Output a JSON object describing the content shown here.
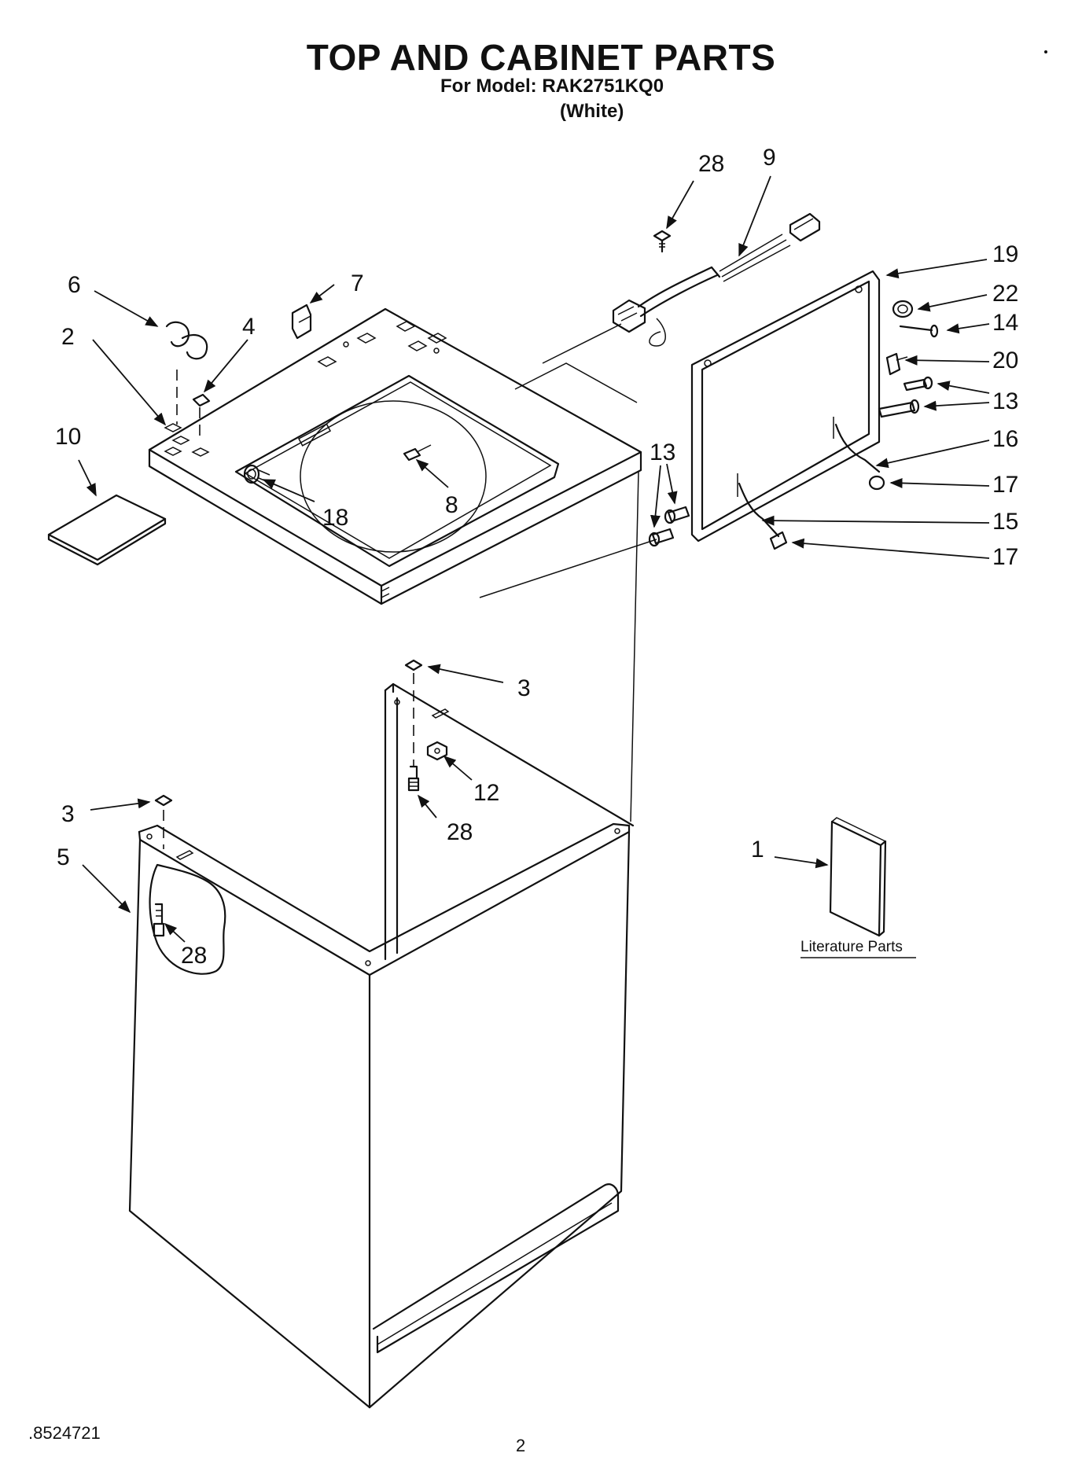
{
  "header": {
    "title": "TOP AND CABINET PARTS",
    "model_line": "For Model: RAK2751KQ0",
    "color_note": "(White)"
  },
  "literature": {
    "label": "Literature Parts"
  },
  "callouts": {
    "c28_console": "28",
    "c9": "9",
    "c19": "19",
    "c22": "22",
    "c14": "14",
    "c20": "20",
    "c13_right": "13",
    "c16": "16",
    "c17_upper": "17",
    "c15": "15",
    "c17_lower": "17",
    "c13_left": "13",
    "c6": "6",
    "c7": "7",
    "c4": "4",
    "c2": "2",
    "c10": "10",
    "c18": "18",
    "c8": "8",
    "c3_center": "3",
    "c12": "12",
    "c28_center": "28",
    "c3_left": "3",
    "c5": "5",
    "c28_left": "28",
    "c1": "1"
  },
  "footer": {
    "code": ".8524721",
    "page_number": "2"
  },
  "colors": {
    "ink": "#111111",
    "paper": "#ffffff"
  }
}
